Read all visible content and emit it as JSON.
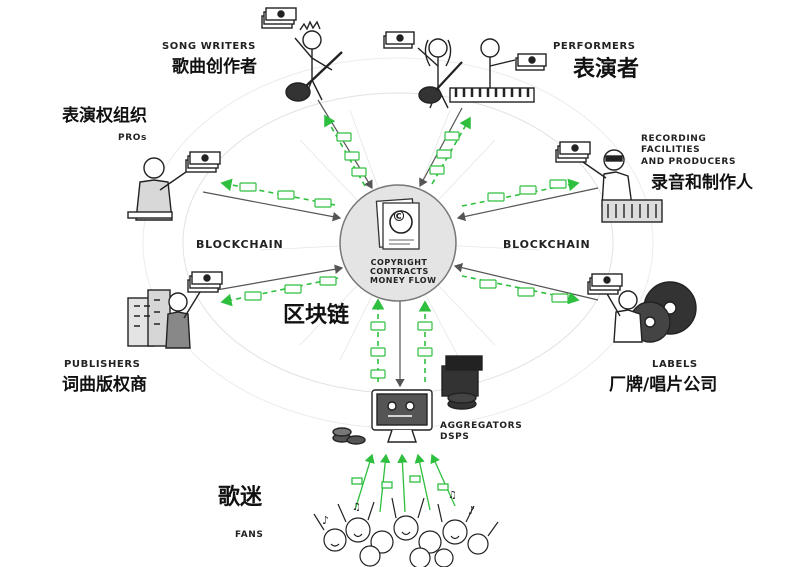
{
  "hub": {
    "symbol": "©",
    "lines": [
      "COPYRIGHT",
      "CONTRACTS",
      "MONEY FLOW"
    ],
    "label_zh": "区块链"
  },
  "chain_left": "BLOCKCHAIN",
  "chain_right": "BLOCKCHAIN",
  "nodes": {
    "songwriters": {
      "en": "SONG WRITERS",
      "zh": "歌曲创作者"
    },
    "performers": {
      "en": "PERFORMERS",
      "zh": "表演者"
    },
    "pros": {
      "en": "PROs",
      "zh": "表演权组织"
    },
    "recording": {
      "en": [
        "RECORDING",
        "FACILITIES",
        "AND PRODUCERS"
      ],
      "zh": "录音和制作人"
    },
    "publishers": {
      "en": "PUBLISHERS",
      "zh": "词曲版权商"
    },
    "labels": {
      "en": "LABELS",
      "zh": "厂牌/唱片公司"
    },
    "aggregators": {
      "en": [
        "AGGREGATORS",
        "DSPS"
      ]
    },
    "fans": {
      "en": "FANS",
      "zh": "歌迷"
    }
  },
  "colors": {
    "money": "#2fbf3f",
    "arrow": "#555555",
    "hub_fill": "#e4e4e4",
    "ring": "#dddddd"
  }
}
